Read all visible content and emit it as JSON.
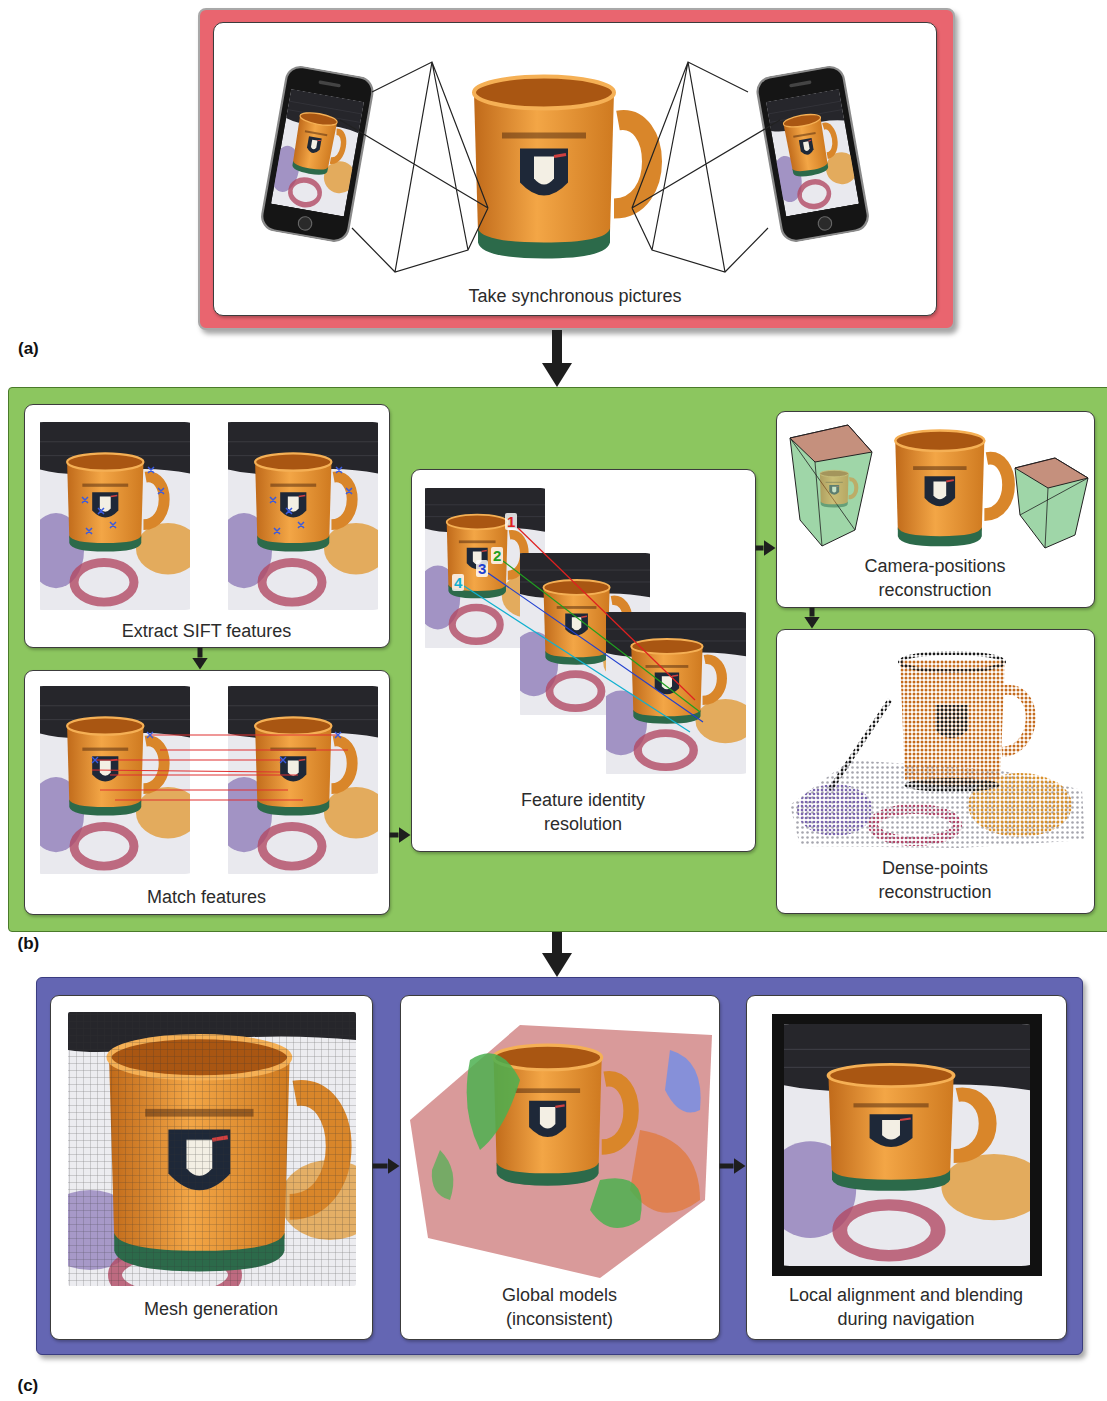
{
  "diagram": {
    "nodes": [
      {
        "text": [
          "(a)"
        ]
      },
      {
        "text": [
          "Take synchronous pictures"
        ],
        "in": 0
      },
      {
        "text": [
          "(b)"
        ]
      },
      {
        "text": [
          "Extract SIFT features"
        ],
        "in": 2
      },
      {
        "text": [
          "Match features"
        ],
        "in": 2
      },
      {
        "text": [
          "Feature identity resolution"
        ],
        "in": 2
      },
      {
        "text": [
          "Camera-positions reconstruction"
        ],
        "in": 2
      },
      {
        "text": [
          "Dense-points reconstruction"
        ],
        "in": 2
      },
      {
        "text": [
          "(c)"
        ]
      },
      {
        "text": [
          "Mesh generation"
        ],
        "in": 8
      },
      {
        "text": [
          "Global models (inconsistent)"
        ],
        "in": 8
      },
      {
        "text": [
          "Local alignment and blending during navigation"
        ],
        "in": 8
      }
    ],
    "edges": [
      {
        "from": 0,
        "to": 2,
        "arrow": "to"
      },
      {
        "from": 3,
        "to": 4,
        "arrow": "to"
      },
      {
        "from": 4,
        "to": 5,
        "arrow": "to"
      },
      {
        "from": 5,
        "to": 6,
        "arrow": "to"
      },
      {
        "from": 6,
        "to": 7,
        "arrow": "to"
      },
      {
        "from": 2,
        "to": 8,
        "arrow": "to"
      },
      {
        "from": 9,
        "to": 10,
        "arrow": "to"
      },
      {
        "from": 10,
        "to": 11,
        "arrow": "to"
      }
    ],
    "labels": [
      "1",
      "2",
      "3",
      "4"
    ]
  }
}
